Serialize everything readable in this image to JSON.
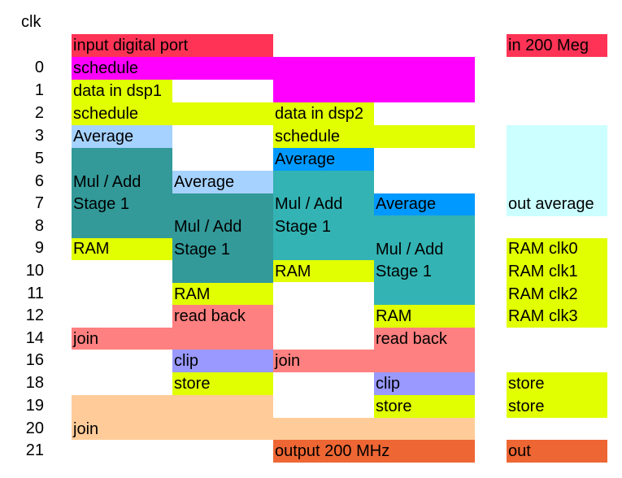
{
  "header": {
    "clk_label": "clk"
  },
  "clock_rows": [
    "0",
    "1",
    "2",
    "3",
    "5",
    "6",
    "7",
    "8",
    "9",
    "10",
    "11",
    "12",
    "14",
    "16",
    "18",
    "19",
    "20",
    "21"
  ],
  "colors": {
    "red": "#ff3355",
    "magenta": "#ff00ff",
    "yellow": "#e1ff00",
    "lightblue": "#a6d2ff",
    "blue": "#0099ff",
    "teal": "#339999",
    "teal_light": "#33b3b3",
    "cyan_light": "#ccffff",
    "salmon": "#ff8080",
    "lavender": "#9999ff",
    "peach": "#ffcc99",
    "orange": "#ee6633"
  },
  "labels": {
    "input_port": "input digital port",
    "in_200": "in 200 Meg",
    "schedule_0": "schedule",
    "data_dsp1": "data in dsp1",
    "schedule_2": "schedule",
    "data_dsp2": "data in dsp2",
    "average_3": "Average",
    "schedule_3": "schedule",
    "average_5": "Average",
    "mul_add_a": "Mul / Add",
    "stage1_a": "Stage 1",
    "average_6": "Average",
    "mul_add_b": "Mul / Add",
    "stage1_b": "Stage 1",
    "mul_add_c": "Mul / Add",
    "stage1_c": "Stage 1",
    "average_7": "Average",
    "out_average": "out average",
    "mul_add_d": "Mul / Add",
    "stage1_d": "Stage 1",
    "ram_9": "RAM",
    "ram_clk0": "RAM clk0",
    "ram_10": "RAM",
    "ram_clk1": "RAM clk1",
    "ram_11": "RAM",
    "ram_clk2": "RAM clk2",
    "read_back_12": "read back",
    "ram_12": "RAM",
    "ram_clk3": "RAM clk3",
    "join_14": "join",
    "read_back_14": "read back",
    "clip_16": "clip",
    "join_16": "join",
    "store_18": "store",
    "clip_18": "clip",
    "store_18r": "store",
    "store_19": "store",
    "store_19r": "store",
    "join_20": "join",
    "output_200": "output 200 MHz",
    "out": "out"
  }
}
